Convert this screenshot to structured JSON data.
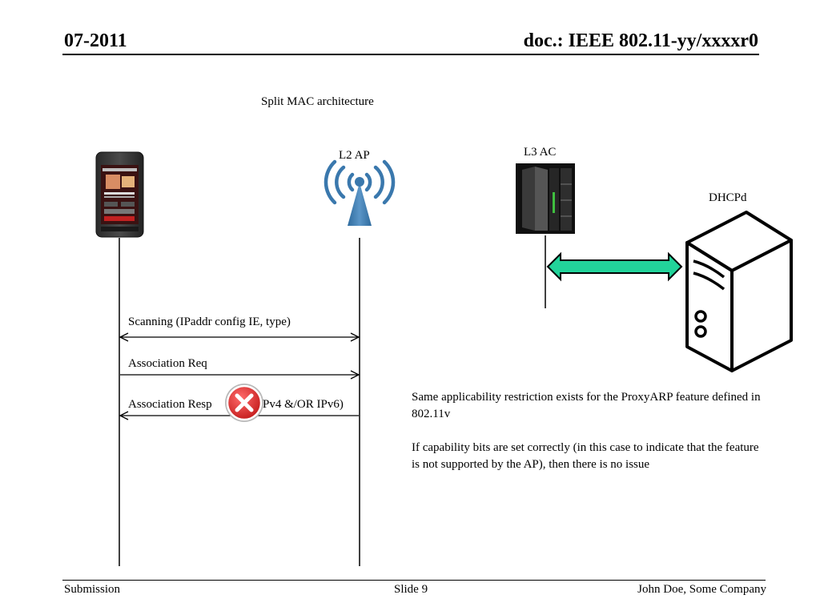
{
  "header": {
    "left": "07-2011",
    "right": "doc.: IEEE 802.11-yy/xxxxr0"
  },
  "title": "Split MAC architecture",
  "nodes": {
    "station": {
      "icon": "smartphone-icon"
    },
    "ap": {
      "label": "L2 AP",
      "icon": "wireless-antenna-icon"
    },
    "ac": {
      "label": "L3 AC",
      "icon": "server-rack-icon"
    },
    "dhcp": {
      "label": "DHCPd",
      "icon": "server-tower-icon"
    }
  },
  "messages": [
    {
      "label": "Scanning (IPaddr config IE, type)",
      "direction": "bidirectional"
    },
    {
      "label": "Association Req",
      "direction": "station-to-ap"
    },
    {
      "label": "Association Resp",
      "label_suffix": "Pv4 &/OR IPv6)",
      "direction": "ap-to-station",
      "blocked": true
    }
  ],
  "link_ac_dhcp": {
    "color": "#22d39a",
    "direction": "bidirectional"
  },
  "notes": {
    "p1": "Same applicability restriction exists for the ProxyARP feature defined in 802.11v",
    "p2": "If capability bits are set correctly (in this case to indicate that the feature is not supported by the AP), then there is no issue"
  },
  "footer": {
    "left": "Submission",
    "center": "Slide 9",
    "right": "John Doe, Some Company"
  }
}
